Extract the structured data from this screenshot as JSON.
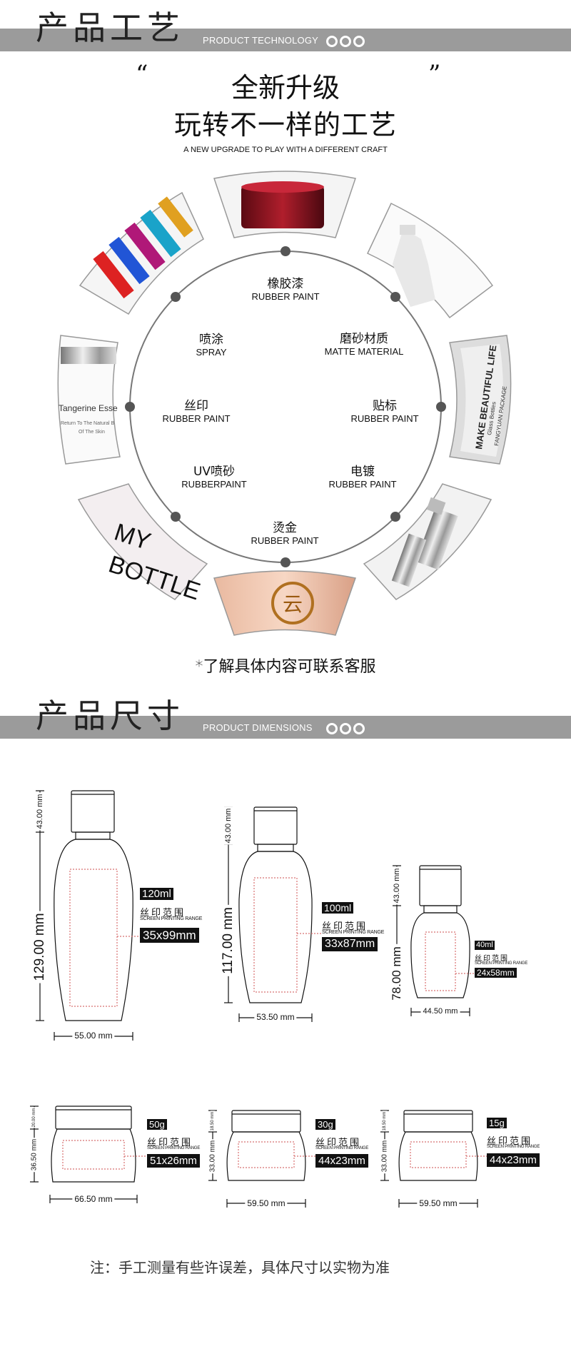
{
  "section1": {
    "title": "产品工艺",
    "en": "PRODUCT TECHNOLOGY"
  },
  "headline": {
    "open_quote": "“",
    "close_quote": "”",
    "line1": "全新升级",
    "line2": "玩转不一样的工艺",
    "sub": "A NEW UPGRADE TO PLAY WITH A DIFFERENT CRAFT"
  },
  "crafts": [
    {
      "cn": "橡胶漆",
      "en": "RUBBER PAINT"
    },
    {
      "cn": "喷涂",
      "en": "SPRAY"
    },
    {
      "cn": "磨砂材质",
      "en": "MATTE MATERIAL"
    },
    {
      "cn": "丝印",
      "en": "RUBBER PAINT"
    },
    {
      "cn": "贴标",
      "en": "RUBBER PAINT"
    },
    {
      "cn": "UV喷砂",
      "en": "RUBBERPAINT"
    },
    {
      "cn": "电镀",
      "en": "RUBBER PAINT"
    },
    {
      "cn": "烫金",
      "en": "RUBBER PAINT"
    }
  ],
  "photo_texts": {
    "label_bottle": [
      "MAKE BEAUTIFUL LIFE",
      "Glass Bottles",
      "FANGYUAN PACKAGE"
    ],
    "tangerine": [
      "Tangerine Esse",
      "Return To The Natural B",
      "Of The Skin"
    ],
    "my_bottle": [
      "MY",
      "BOTTLE"
    ]
  },
  "note1": "*了解具体内容可联系客服",
  "section2": {
    "title": "产品尺寸",
    "en": "PRODUCT DIMENSIONS"
  },
  "bottles": [
    {
      "height": "129.00 mm",
      "cap": "43.00 mm",
      "width": "55.00 mm",
      "volume": "120ml",
      "range": "35x99mm"
    },
    {
      "height": "117.00 mm",
      "cap": "43.00 mm",
      "width": "53.50 mm",
      "volume": "100ml",
      "range": "33x87mm"
    },
    {
      "height": "78.00 mm",
      "cap": "43.00 mm",
      "width": "44.50 mm",
      "volume": "40ml",
      "range": "24x58mm"
    }
  ],
  "jars": [
    {
      "height": "36.50 mm",
      "cap": "20.00 mm",
      "width": "66.50 mm",
      "weight": "50g",
      "range": "51x26mm"
    },
    {
      "height": "33.00 mm",
      "cap": "18.50 mm",
      "width": "59.50 mm",
      "weight": "30g",
      "range": "44x23mm"
    },
    {
      "height": "33.00 mm",
      "cap": "18.50 mm",
      "width": "59.50 mm",
      "weight": "15g",
      "range": "44x23mm"
    }
  ],
  "screen_label_cn": "丝印范围",
  "screen_label_en": "SCREEN PRINTING RANGE",
  "note2": "注：手工测量有些许误差，具体尺寸以实物为准"
}
